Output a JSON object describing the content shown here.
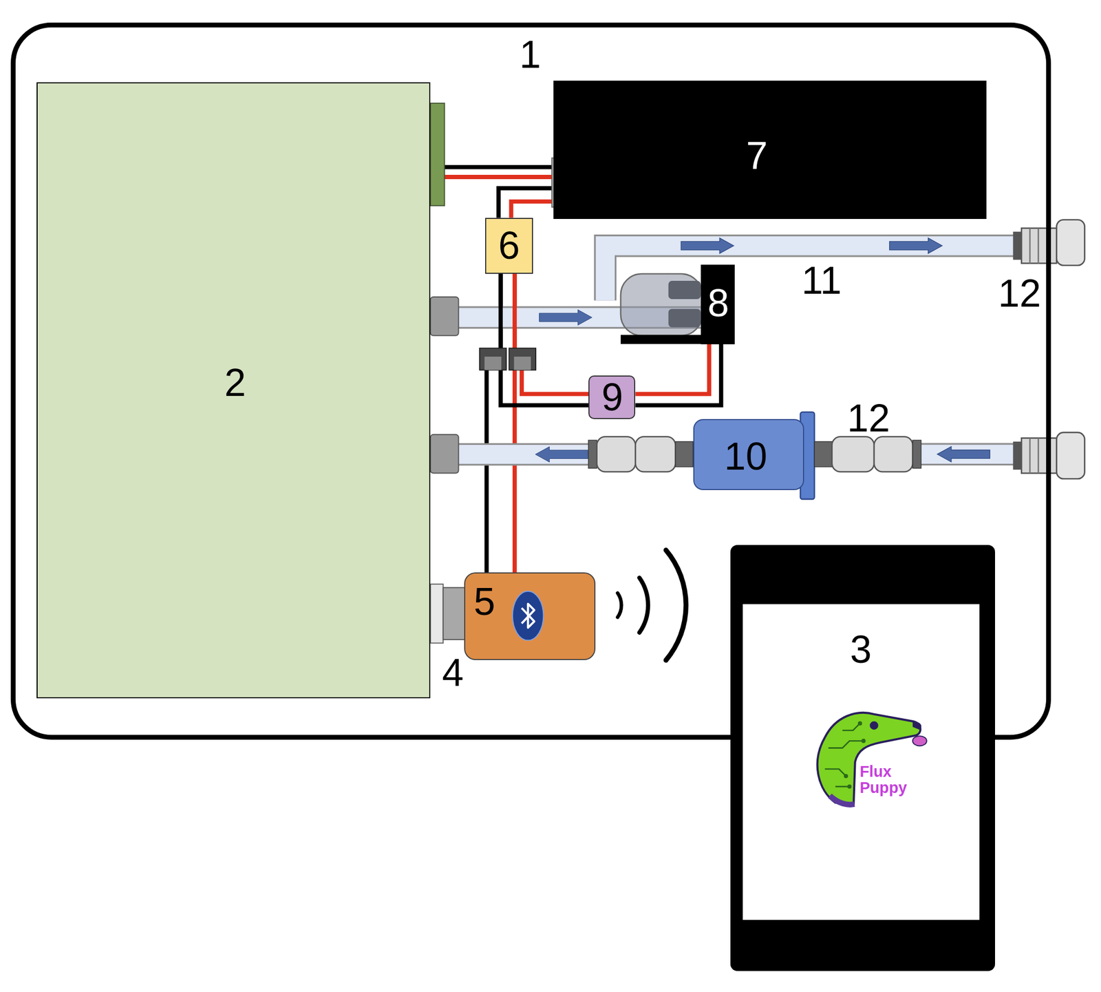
{
  "diagram": {
    "nodes": [
      {
        "text": [
          "1"
        ]
      },
      {
        "text": [
          "2"
        ],
        "in": 0
      },
      {
        "text": [
          "7"
        ],
        "in": 0
      },
      {
        "text": [
          "6"
        ],
        "in": 0
      },
      {
        "text": [
          "8"
        ],
        "in": 0
      },
      {
        "text": [
          "9"
        ],
        "in": 0
      },
      {
        "text": [
          "10"
        ],
        "in": 0
      },
      {
        "text": [
          "5"
        ],
        "in": 0
      },
      {
        "text": [
          "3",
          "Flux Puppy"
        ]
      }
    ],
    "edges": [
      {
        "from": 1,
        "to": 2,
        "arrow": "none"
      },
      {
        "from": 2,
        "to": 3,
        "arrow": "none"
      },
      {
        "from": 3,
        "to": 7,
        "arrow": "none"
      },
      {
        "from": 5,
        "to": 4,
        "arrow": "none"
      },
      {
        "from": 1,
        "to": 4,
        "arrow": "to"
      },
      {
        "from": 6,
        "to": 1,
        "arrow": "to"
      },
      {
        "from": 3,
        "to": 5,
        "arrow": "none"
      }
    ],
    "labels": [
      "11",
      "12",
      "12",
      "4"
    ]
  }
}
